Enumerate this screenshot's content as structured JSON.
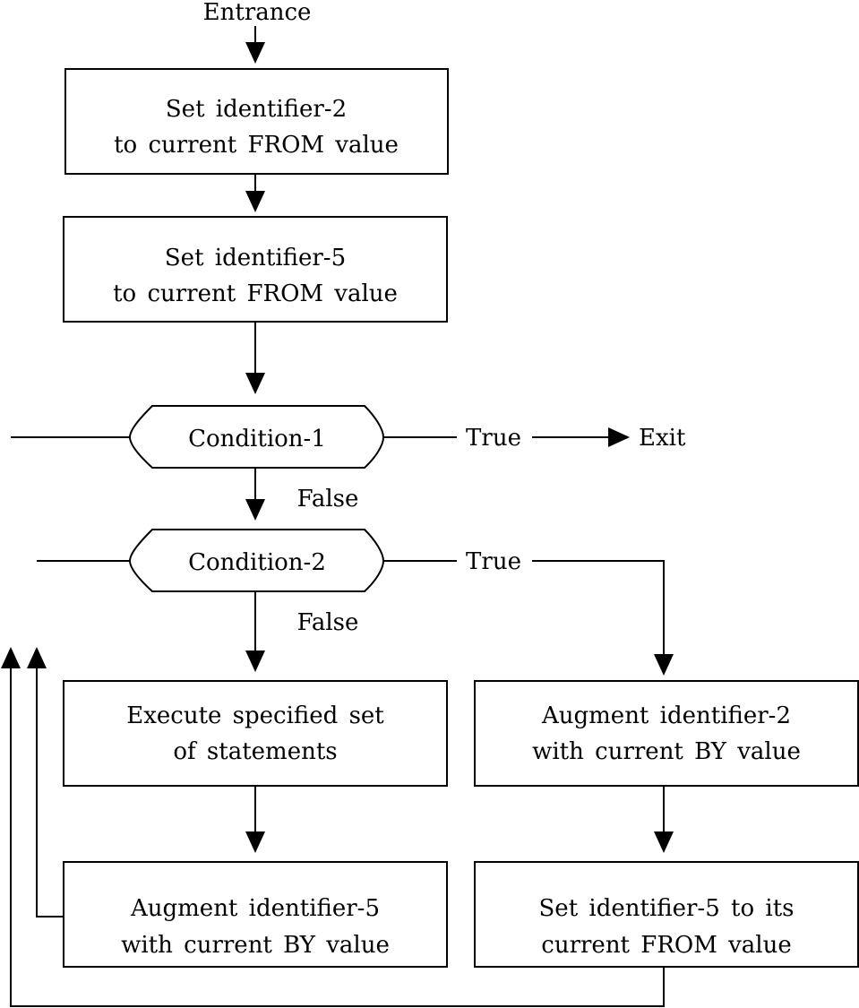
{
  "diagram": {
    "entrance": "Entrance",
    "exit": "Exit",
    "boxes": {
      "set_id2": [
        "Set identifier-2",
        "to current FROM value"
      ],
      "set_id5": [
        "Set identifier-5",
        "to current FROM value"
      ],
      "execute": [
        "Execute specified set",
        "of statements"
      ],
      "augment_id5": [
        "Augment identifier-5",
        "with current BY value"
      ],
      "augment_id2": [
        "Augment identifier-2",
        "with current BY value"
      ],
      "reset_id5": [
        "Set identifier-5 to its",
        "current FROM value"
      ]
    },
    "conditions": {
      "cond1": "Condition-1",
      "cond2": "Condition-2"
    },
    "labels": {
      "true_1": "True",
      "false_1": "False",
      "true_2": "True",
      "false_2": "False"
    }
  }
}
